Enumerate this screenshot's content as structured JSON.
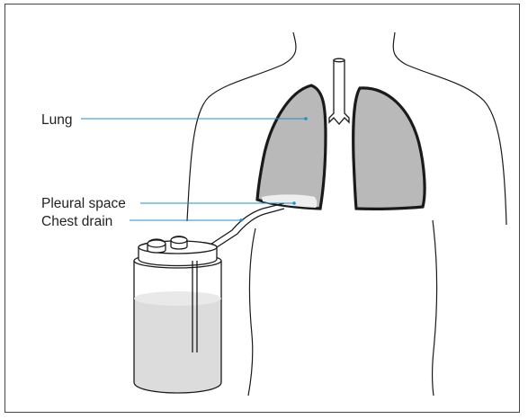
{
  "labels": {
    "lung": "Lung",
    "pleural_space": "Pleural space",
    "chest_drain": "Chest drain"
  },
  "colors": {
    "outline": "#1a1a1a",
    "lung_fill": "#b9b9b9",
    "fluid_fill": "#dcdcdc",
    "pleural_fluid": "#eeeeee",
    "leader_line": "#1f8fc8",
    "frame_border": "#444444"
  }
}
